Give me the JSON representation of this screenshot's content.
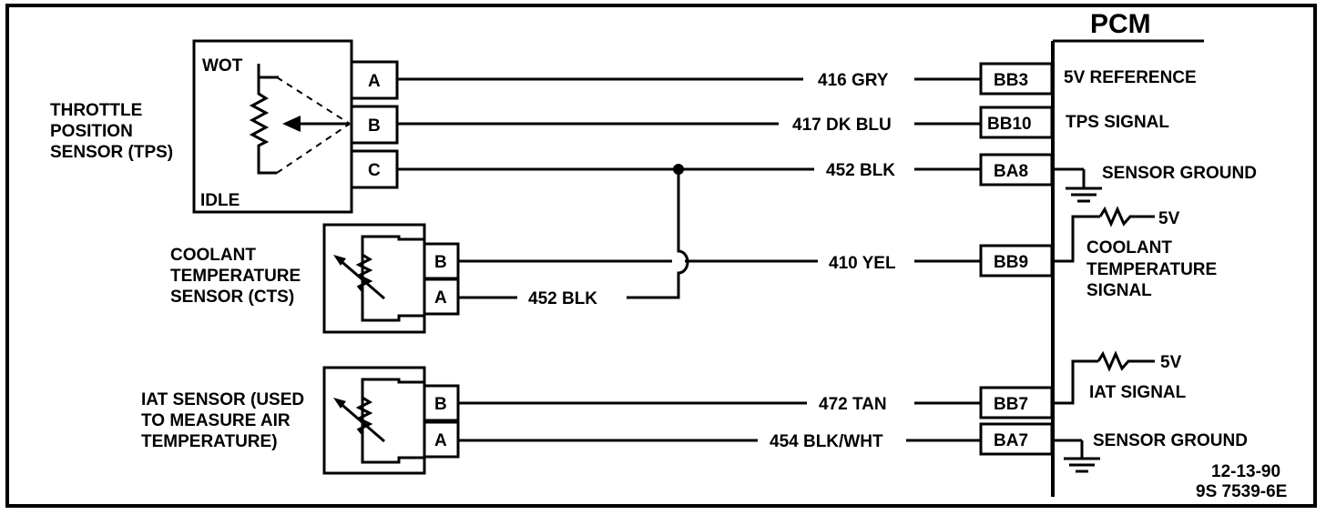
{
  "pcm": {
    "title": "PCM"
  },
  "tps": {
    "label_lines": [
      "THROTTLE",
      "POSITION",
      "SENSOR (TPS)"
    ],
    "wot": "WOT",
    "idle": "IDLE",
    "pins": [
      "A",
      "B",
      "C"
    ]
  },
  "cts": {
    "label_lines": [
      "COOLANT",
      "TEMPERATURE",
      "SENSOR (CTS)"
    ],
    "pins": [
      "B",
      "A"
    ]
  },
  "iat": {
    "label_lines": [
      "IAT SENSOR (USED",
      "TO MEASURE AIR",
      "TEMPERATURE)"
    ],
    "pins": [
      "B",
      "A"
    ]
  },
  "wires": {
    "w416": "416 GRY",
    "w417": "417 DK BLU",
    "w452": "452 BLK",
    "w410": "410 YEL",
    "w452b": "452 BLK",
    "w472": "472 TAN",
    "w454": "454 BLK/WHT"
  },
  "pcm_terminals": {
    "bb3": "BB3",
    "bb10": "BB10",
    "ba8": "BA8",
    "bb9": "BB9",
    "bb7": "BB7",
    "ba7": "BA7"
  },
  "pcm_labels": {
    "ref": "5V REFERENCE",
    "tps_signal": "TPS  SIGNAL",
    "sensor_ground_1": "SENSOR GROUND",
    "coolant_5v": "5V",
    "coolant_signal": [
      "COOLANT",
      "TEMPERATURE",
      "SIGNAL"
    ],
    "iat_5v": "5V",
    "iat_signal": "IAT SIGNAL",
    "sensor_ground_2": "SENSOR GROUND"
  },
  "footer": {
    "date": "12-13-90",
    "code": "9S 7539-6E"
  }
}
